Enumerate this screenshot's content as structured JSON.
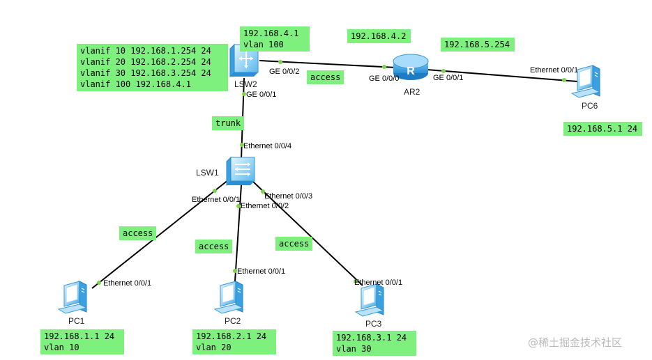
{
  "devices": {
    "lsw2": "LSW2",
    "lsw1": "LSW1",
    "ar2": "AR2",
    "pc1": "PC1",
    "pc2": "PC2",
    "pc3": "PC3",
    "pc6": "PC6"
  },
  "notes": {
    "lsw2_vlanif": "vlanif 10 192.168.1.254 24\nvlanif 20 192.168.2.254 24\nvlanif 30 192.168.3.254 24\nvlanif 100 192.168.4.1",
    "lsw2_addr": "192.168.4.1\nvlan 100",
    "ar2_ge000": "192.168.4.2",
    "ar2_ge001": "192.168.5.254",
    "pc6_addr": "192.168.5.1 24",
    "pc1_addr": "192.168.1.1 24\nvlan 10",
    "pc2_addr": "192.168.2.1 24\nvlan 20",
    "pc3_addr": "192.168.3.1 24\nvlan 30"
  },
  "link_modes": {
    "lsw2_ar2": "access",
    "lsw2_lsw1": "trunk",
    "lsw1_pc1": "access",
    "lsw1_pc2": "access",
    "lsw1_pc3": "access"
  },
  "ports": {
    "lsw2_ge002": "GE 0/0/2",
    "lsw2_ge001": "GE 0/0/1",
    "ar2_ge000": "GE 0/0/0",
    "ar2_ge001": "GE 0/0/1",
    "pc6_eth": "Ethernet 0/0/1",
    "lsw1_eth4": "Ethernet 0/0/4",
    "lsw1_eth1": "Ethernet 0/0/1",
    "lsw1_eth2": "Ethernet 0/0/2",
    "lsw1_eth3": "Ethernet 0/0/3",
    "pc1_eth": "Ethernet 0/0/1",
    "pc2_eth": "Ethernet 0/0/1",
    "pc3_eth": "Ethernet 0/0/1"
  },
  "watermark": "@稀土掘金技术社区",
  "colors": {
    "label_bg": "#7ef07e",
    "link": "#000000",
    "port_dot": "#7ed34a",
    "device_blue": "#3fa9e8"
  },
  "icons": {
    "lsw2": "layer3-switch-icon",
    "lsw1": "switch-icon",
    "ar2": "router-icon",
    "pc": "pc-icon"
  }
}
